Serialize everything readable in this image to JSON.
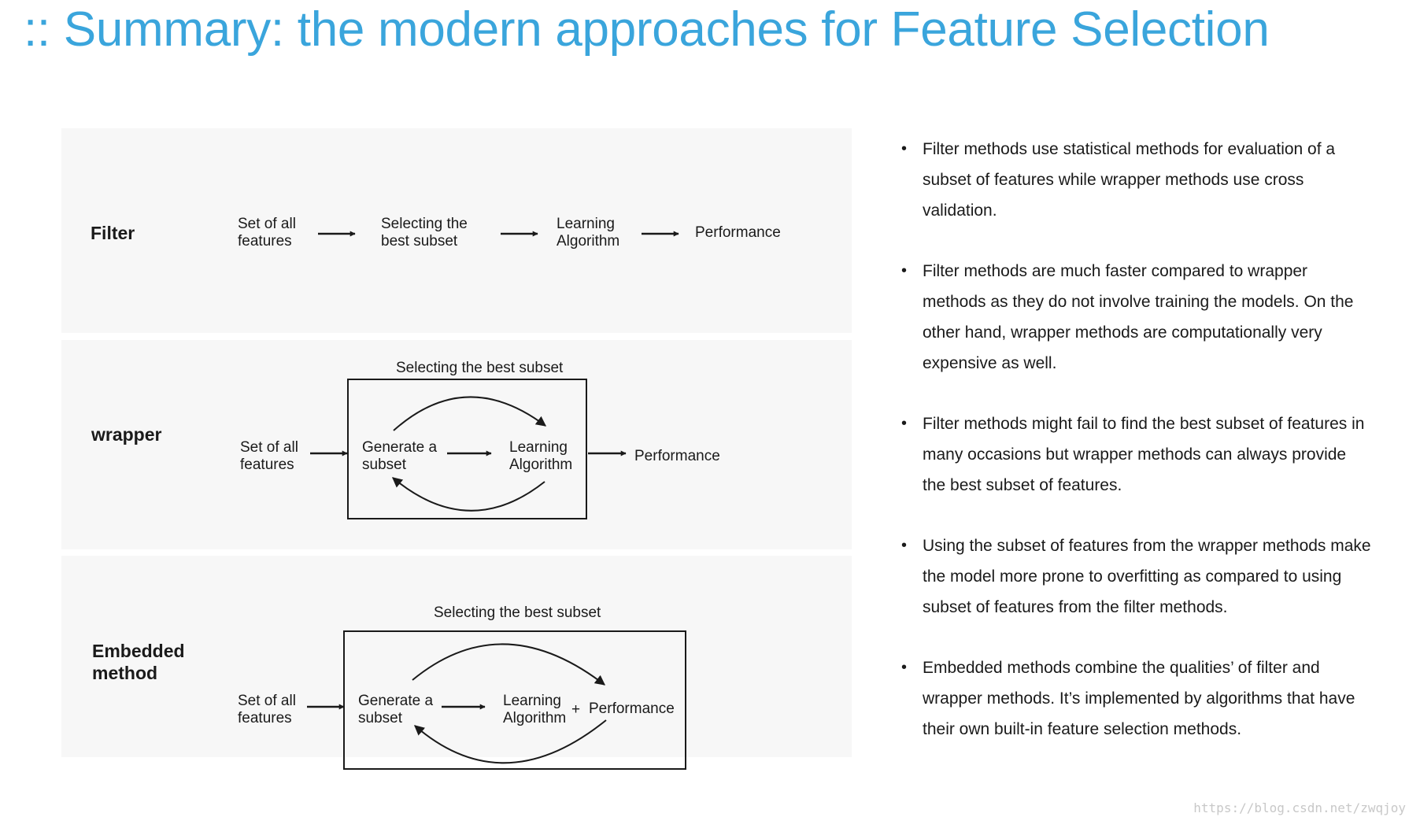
{
  "title": ":: Summary: the modern approaches for Feature Selection",
  "filter": {
    "method": "Filter",
    "set_line1": "Set of all",
    "set_line2": "features",
    "select_line1": "Selecting the",
    "select_line2": "best subset",
    "learning_line1": "Learning",
    "learning_line2": "Algorithm",
    "performance": "Performance"
  },
  "wrapper": {
    "method": "wrapper",
    "box_title": "Selecting the best subset",
    "set_line1": "Set of all",
    "set_line2": "features",
    "generate_line1": "Generate a",
    "generate_line2": "subset",
    "learning_line1": "Learning",
    "learning_line2": "Algorithm",
    "performance": "Performance"
  },
  "embedded": {
    "method_line1": "Embedded",
    "method_line2": "method",
    "box_title": "Selecting the best subset",
    "set_line1": "Set of all",
    "set_line2": "features",
    "generate_line1": "Generate a",
    "generate_line2": "subset",
    "learning_line1": "Learning",
    "learning_line2": "Algorithm",
    "plus": "+",
    "performance": "Performance"
  },
  "bullet_marker": "•",
  "bullets": [
    "Filter methods use statistical methods for evaluation of a subset of features while wrapper methods use cross validation.",
    "Filter methods are much faster compared to wrapper methods as they do not involve training the models. On the other hand, wrapper methods are computationally very expensive as well.",
    "Filter methods might fail to find the best subset of features in many occasions but wrapper methods can always provide the best subset of features.",
    "Using the subset of features from the wrapper methods make the model more prone to overfitting as compared to using subset of features from the filter methods.",
    "Embedded methods combine the qualities’ of filter and wrapper methods. It’s implemented by algorithms that have their own built-in feature selection methods."
  ],
  "watermark": "https://blog.csdn.net/zwqjoy",
  "colors": {
    "title": "#3aa5dc",
    "panel": "#f7f7f7",
    "text": "#1a1a1a"
  }
}
